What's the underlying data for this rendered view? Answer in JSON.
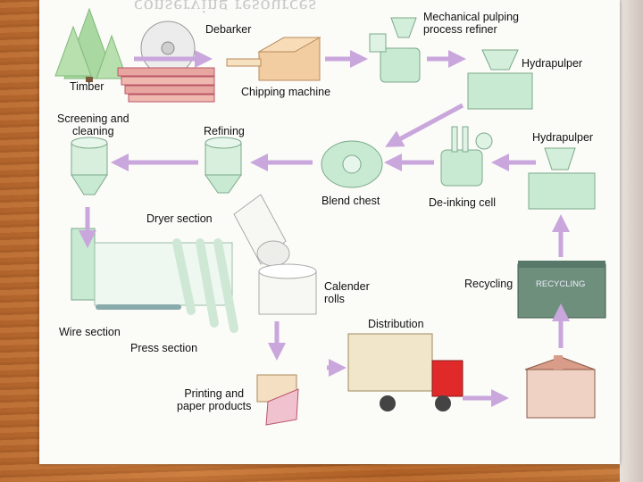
{
  "heading_mirrored": "conserving resources",
  "labels": {
    "timber": "Timber",
    "debarker": "Debarker",
    "chipping": "Chipping machine",
    "mech_refiner": "Mechanical pulping\nprocess refiner",
    "hydrapulper_top": "Hydrapulper",
    "hydrapulper_right": "Hydrapulper",
    "screening": "Screening and\ncleaning",
    "refining": "Refining",
    "blend_chest": "Blend chest",
    "deinking": "De-inking cell",
    "dryer": "Dryer section",
    "calender": "Calender\nrolls",
    "recycling": "Recycling",
    "bin_text": "RECYCLING",
    "wire": "Wire section",
    "press": "Press section",
    "distribution": "Distribution",
    "printing": "Printing and\npaper products"
  },
  "colors": {
    "arrow": "#c9a6dc",
    "machine": "#c8ead2",
    "truck_cab": "#e02a2a",
    "bin": "#6e8f7c"
  }
}
